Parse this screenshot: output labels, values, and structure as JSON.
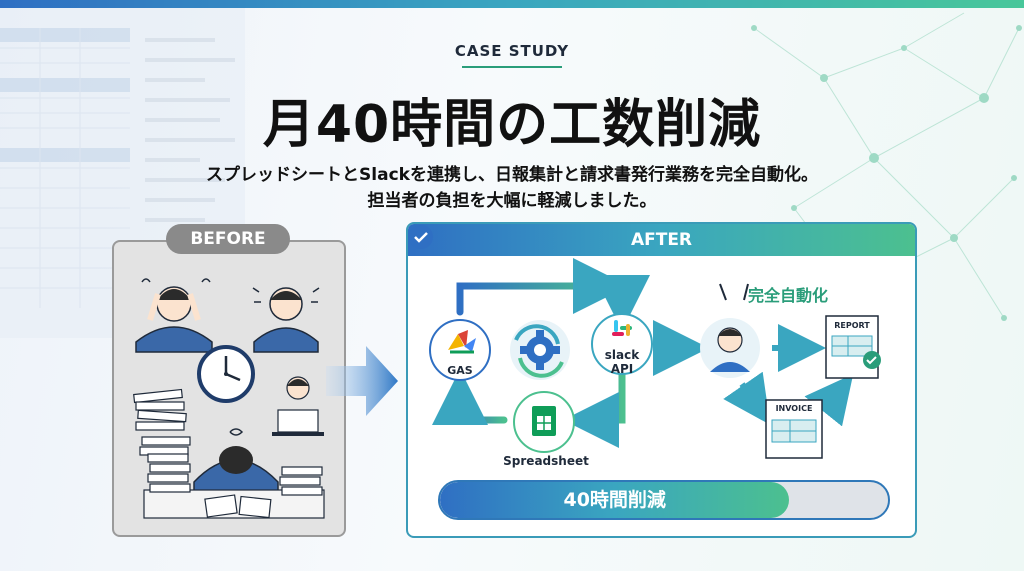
{
  "header": {
    "eyebrow": "CASE STUDY",
    "title": "月40時間の工数削減",
    "subtitle_line1": "スプレッドシートとSlackを連携し、日報集計と請求書発行業務を完全自動化。",
    "subtitle_line2": "担当者の負担を大幅に軽減しました。"
  },
  "before": {
    "label": "BEFORE"
  },
  "after": {
    "label": "AFTER",
    "gas_label": "GAS",
    "slack_label_1": "slack",
    "slack_label_2": "API",
    "spreadsheet_label": "Spreadsheet",
    "automation_label": "完全自動化",
    "report_label": "REPORT",
    "invoice_label": "INVOICE",
    "result_label": "40時間削減",
    "result_progress": 0.78
  },
  "colors": {
    "blue": "#2f6fc3",
    "teal": "#3aa6c0",
    "green": "#4cc08f",
    "gray": "#8a8a8a"
  }
}
